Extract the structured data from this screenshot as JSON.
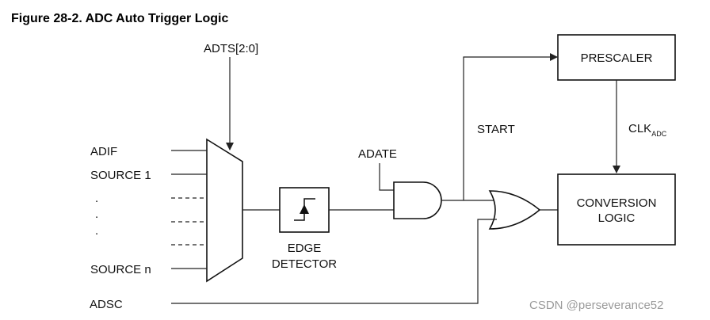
{
  "figure_title": "Figure 28-2.  ADC Auto Trigger Logic",
  "mux": {
    "select_label": "ADTS[2:0]",
    "inputs": [
      "ADIF",
      "SOURCE 1",
      ".",
      ".",
      ".",
      "SOURCE n"
    ]
  },
  "edge_detector": {
    "line1": "EDGE",
    "line2": "DETECTOR"
  },
  "and_gate": {
    "input_label": "ADATE"
  },
  "start_label": "START",
  "prescaler": {
    "label": "PRESCALER"
  },
  "clock": {
    "label": "CLK",
    "subscript": "ADC"
  },
  "conversion_logic": {
    "line1": "CONVERSION",
    "line2": "LOGIC"
  },
  "adsc_label": "ADSC",
  "watermark": "CSDN @perseverance52"
}
